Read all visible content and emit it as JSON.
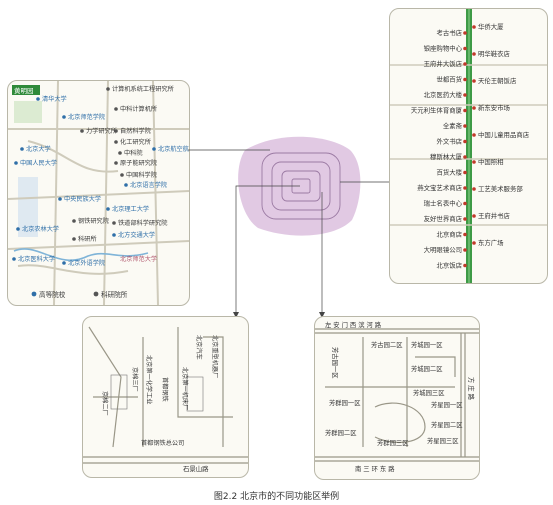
{
  "caption": "图2.2   北京市的不同功能区举例",
  "colors": {
    "university_blue": "#2f6fa8",
    "research_dark": "#555555",
    "street_green": "#3d9a46",
    "shop_red": "#c0392b",
    "center_purple": "#c9a6cf",
    "panel_bg": "#fbfaf4"
  },
  "panels": {
    "university_district": {
      "tag": "黄明园",
      "labels": {
        "qinghua": "清华大学",
        "jisuanji": "计算机系统工程研究所",
        "zhongke": "中科计算机所",
        "shida": "北京师范学院",
        "lixue": "力学研究所",
        "ziran": "自然科学院",
        "huagong": "化工研究所",
        "beida": "北京大学",
        "zhongkeyuan": "中科院",
        "yuanzi": "原子能研究院",
        "beihang": "北京航空航天大学",
        "zhongguo_kexue": "中国科学院",
        "yuyan": "北京语言学院",
        "renmin": "中国人民大学",
        "zhongyang_min": "中央民族大学",
        "ligong": "北京理工大学",
        "gangtie": "钢铁研究院",
        "tiedao": "铁道部科学研究院",
        "jiaotong": "北方交通大学",
        "nonglin": "北京农林大学",
        "keyan": "科研所",
        "yike": "北京医科大学",
        "waiyu": "北京外语学院",
        "shifan": "北京师范大学"
      },
      "legend": [
        {
          "name": "高等院校",
          "color": "#2f6fa8"
        },
        {
          "name": "科研院所",
          "color": "#555555"
        }
      ]
    },
    "commercial_street": {
      "shops_left": [
        "考古书店",
        "银座购物中心",
        "王府井大饭店",
        "世都百货",
        "北京医药大楼",
        "天元利生体育商厦",
        "全素斋",
        "外文书店",
        "穆斯林大厦",
        "百货大楼",
        "燕文宝艺术商店",
        "瑞士名表中心",
        "友好世界商店",
        "北京商店",
        "大明眼镜公司",
        "北京饭店"
      ],
      "shops_right": [
        "华侨大厦",
        "明华鞋衣店",
        "天伦王朝饭店",
        "新东安市场",
        "中国儿童用品商店",
        "中国照相",
        "工艺美术服务部",
        "王府井书店",
        "东方广场"
      ]
    },
    "industrial_district": {
      "labels": [
        "京棉二厂",
        "北京第一化学工业",
        "京棉三厂",
        "北京汽车",
        "首都钢铁",
        "首都钢铁总公司",
        "北京重型机器厂",
        "北京第一机床厂",
        "石景山路"
      ]
    },
    "residential_district": {
      "labels": {
        "top_road": "左 安 门 西 滨 河 路",
        "bottom_road": "南 三 环 东 路",
        "right_road": "方 庄 路",
        "fangcun_w": "芳古园一区",
        "fangcun_e": "芳古园二区",
        "fangcheng_1": "芳城园一区",
        "fangcheng_2": "芳城园二区",
        "fangcheng_3": "芳城园三区",
        "fangqun_1": "芳群园一区",
        "fangqun_2": "芳群园二区",
        "fangqun_3": "芳群园三区",
        "fangxing_1": "芳星园一区",
        "fangxing_2": "芳星园二区",
        "fangxing_3": "芳星园三区"
      }
    }
  }
}
